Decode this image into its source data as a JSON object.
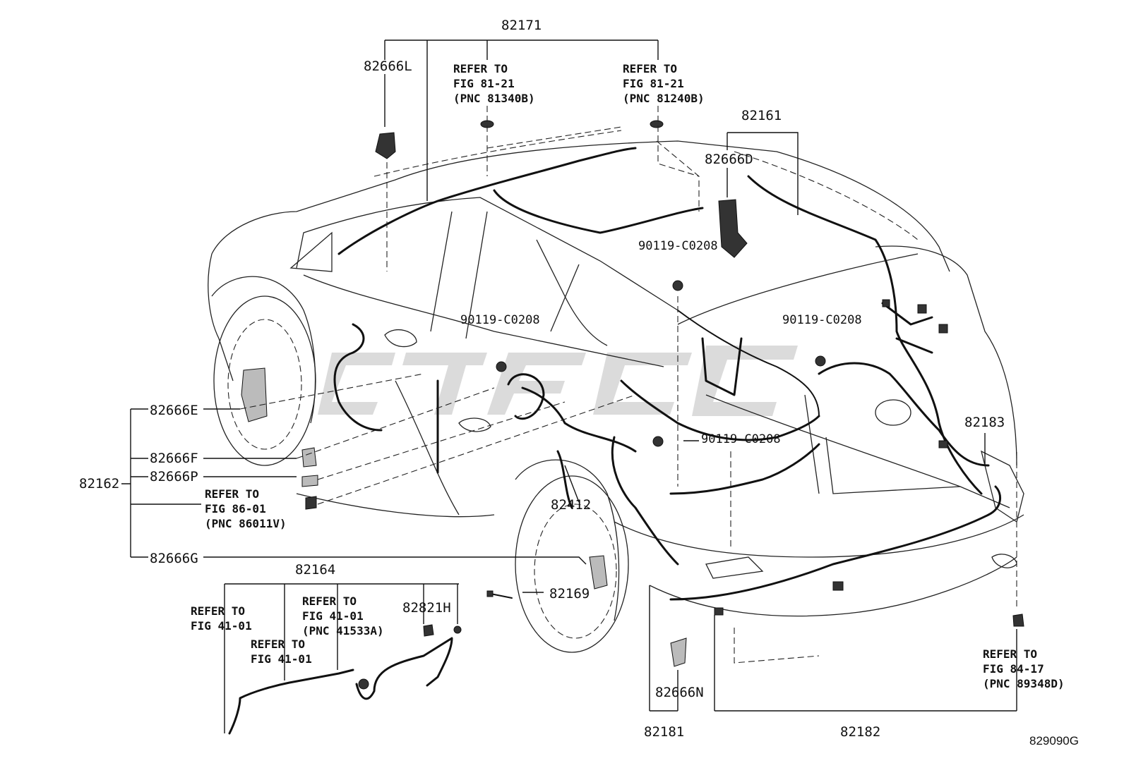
{
  "labels": {
    "p82171": "82171",
    "p82666L": "82666L",
    "p82161": "82161",
    "p82666D": "82666D",
    "p82666E": "82666E",
    "p82666F": "82666F",
    "p82666P": "82666P",
    "p82162": "82162",
    "p82666G": "82666G",
    "p82164": "82164",
    "p82821H": "82821H",
    "p82169": "82169",
    "p82412": "82412",
    "p82183": "82183",
    "p82666N": "82666N",
    "p82181": "82181",
    "p82182": "82182",
    "bolt1": "90119-C0208",
    "bolt2": "90119-C0208",
    "bolt3": "90119-C0208",
    "bolt4": "90119-C0208"
  },
  "refs": {
    "r1": [
      "REFER TO",
      "FIG 81-21",
      "(PNC 81340B)"
    ],
    "r2": [
      "REFER TO",
      "FIG 81-21",
      "(PNC 81240B)"
    ],
    "r3": [
      "REFER TO",
      "FIG 86-01",
      "(PNC 86011V)"
    ],
    "r4": [
      "REFER TO",
      "FIG 41-01"
    ],
    "r5": [
      "REFER TO",
      "FIG 41-01",
      "(PNC 41533A)"
    ],
    "r6": [
      "REFER TO",
      "FIG 41-01"
    ],
    "r7": [
      "REFER TO",
      "FIG 84-17",
      "(PNC 89348D)"
    ]
  },
  "figure_code": "829090G",
  "colors": {
    "line": "#111111",
    "watermark": "#cfcfcf"
  }
}
